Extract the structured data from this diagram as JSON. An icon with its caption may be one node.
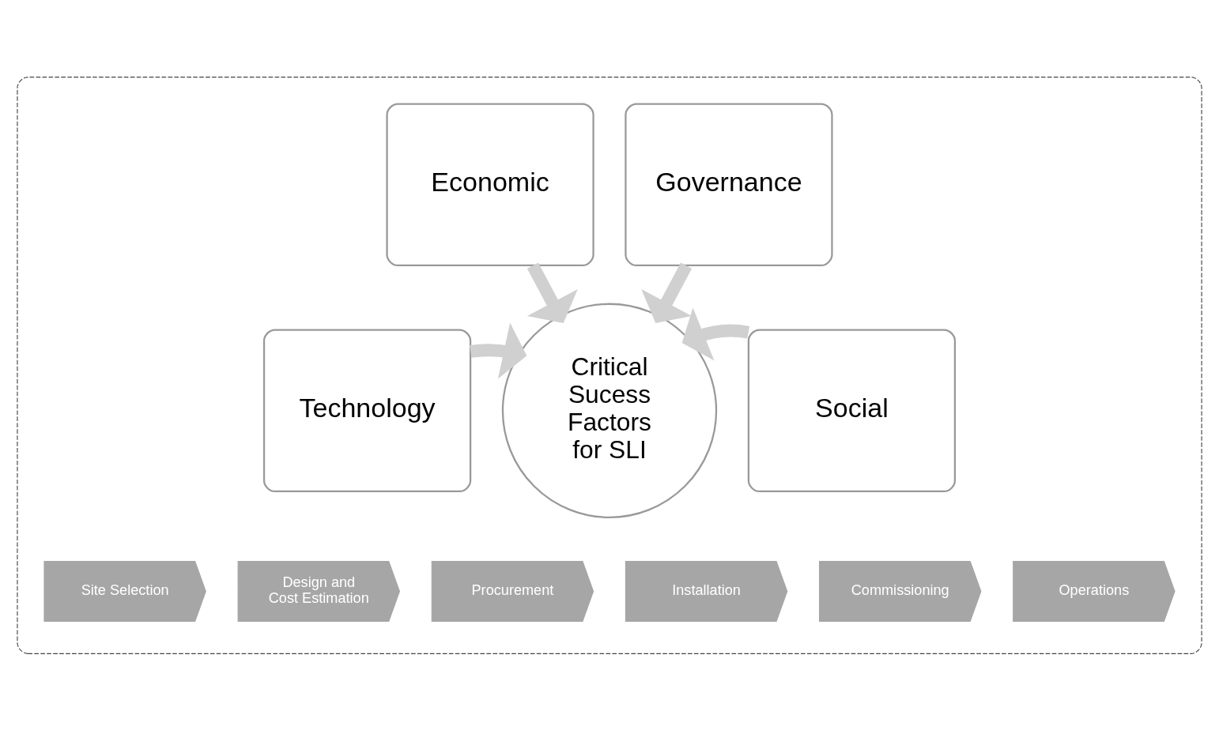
{
  "diagram": {
    "nodes": [
      {
        "text": [],
        "shape": "box"
      },
      {
        "text": [
          "Economic"
        ],
        "in": 0
      },
      {
        "text": [
          "Governance"
        ],
        "in": 0
      },
      {
        "text": [
          "Technology"
        ],
        "in": 0
      },
      {
        "text": [
          "Critical Sucess Factors for SLI"
        ],
        "in": 0
      },
      {
        "text": [
          "Social"
        ],
        "in": 0
      },
      {
        "text": [
          "Site Selection"
        ],
        "in": 0
      },
      {
        "text": [
          "Design and Cost Estimation"
        ],
        "in": 0
      },
      {
        "text": [
          "Procurement"
        ],
        "in": 0
      },
      {
        "text": [
          "Installation"
        ],
        "in": 0
      },
      {
        "text": [
          "Commissioning"
        ],
        "in": 0
      },
      {
        "text": [
          "Operations"
        ],
        "in": 0
      }
    ],
    "edges": [
      {
        "from": 1,
        "to": 4,
        "arrow": "to"
      },
      {
        "from": 2,
        "to": 4,
        "arrow": "to"
      },
      {
        "from": 3,
        "to": 4,
        "arrow": "to"
      },
      {
        "from": 5,
        "to": 4,
        "arrow": "to"
      }
    ]
  }
}
